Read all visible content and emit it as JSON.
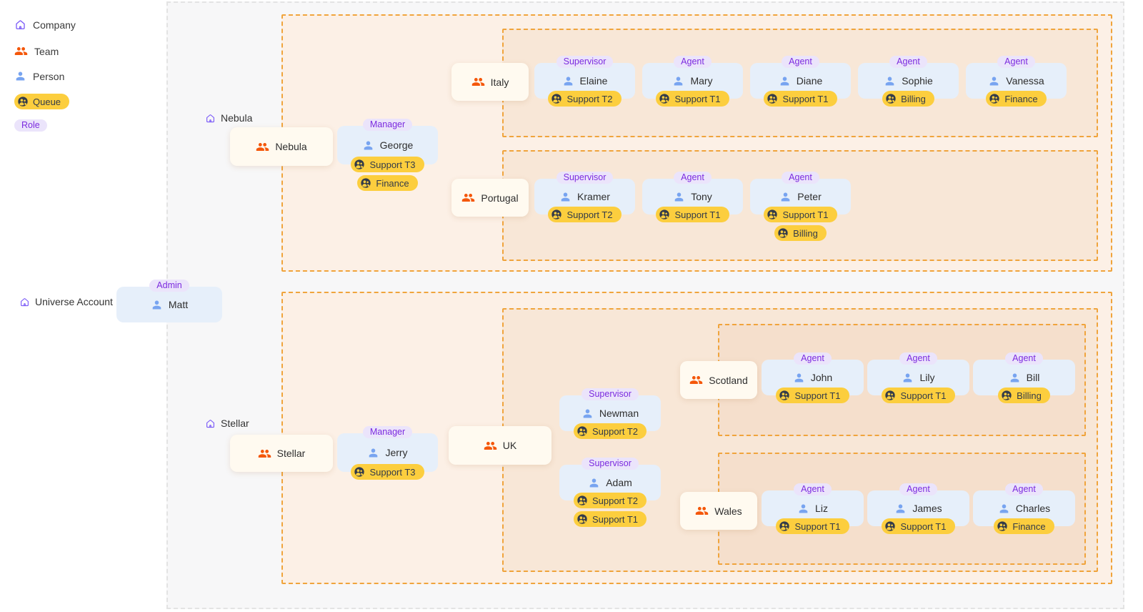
{
  "sidebar": {
    "company": "Company",
    "team": "Team",
    "person": "Person",
    "queue": "Queue",
    "role": "Role"
  },
  "universe": {
    "label": "Universe Account",
    "admin": {
      "role": "Admin",
      "name": "Matt"
    },
    "nebula": {
      "label": "Nebula",
      "team_name": "Nebula",
      "manager": {
        "role": "Manager",
        "name": "George",
        "queues": [
          "Support T3",
          "Finance"
        ]
      },
      "italy": {
        "team_name": "Italy",
        "members": [
          {
            "role": "Supervisor",
            "name": "Elaine",
            "queues": [
              "Support T2"
            ]
          },
          {
            "role": "Agent",
            "name": "Mary",
            "queues": [
              "Support T1"
            ]
          },
          {
            "role": "Agent",
            "name": "Diane",
            "queues": [
              "Support T1"
            ]
          },
          {
            "role": "Agent",
            "name": "Sophie",
            "queues": [
              "Billing"
            ]
          },
          {
            "role": "Agent",
            "name": "Vanessa",
            "queues": [
              "Finance"
            ]
          }
        ]
      },
      "portugal": {
        "team_name": "Portugal",
        "members": [
          {
            "role": "Supervisor",
            "name": "Kramer",
            "queues": [
              "Support T2"
            ]
          },
          {
            "role": "Agent",
            "name": "Tony",
            "queues": [
              "Support T1"
            ]
          },
          {
            "role": "Agent",
            "name": "Peter",
            "queues": [
              "Support T1",
              "Billing"
            ]
          }
        ]
      }
    },
    "stellar": {
      "label": "Stellar",
      "team_name": "Stellar",
      "manager": {
        "role": "Manager",
        "name": "Jerry",
        "queues": [
          "Support T3"
        ]
      },
      "uk": {
        "team_name": "UK",
        "supervisors": [
          {
            "role": "Supervisor",
            "name": "Newman",
            "queues": [
              "Support T2"
            ]
          },
          {
            "role": "Supervisor",
            "name": "Adam",
            "queues": [
              "Support T2",
              "Support T1"
            ]
          }
        ],
        "scotland": {
          "team_name": "Scotland",
          "members": [
            {
              "role": "Agent",
              "name": "John",
              "queues": [
                "Support T1"
              ]
            },
            {
              "role": "Agent",
              "name": "Lily",
              "queues": [
                "Support T1"
              ]
            },
            {
              "role": "Agent",
              "name": "Bill",
              "queues": [
                "Billing"
              ]
            }
          ]
        },
        "wales": {
          "team_name": "Wales",
          "members": [
            {
              "role": "Agent",
              "name": "Liz",
              "queues": [
                "Support T1"
              ]
            },
            {
              "role": "Agent",
              "name": "James",
              "queues": [
                "Support T1"
              ]
            },
            {
              "role": "Agent",
              "name": "Charles",
              "queues": [
                "Finance"
              ]
            }
          ]
        }
      }
    }
  },
  "colors": {
    "queue_badge_bg": "#fcce3e",
    "queue_badge_text": "#333b49",
    "role_badge_bg": "#ebe4fb",
    "role_badge_text": "#7c2bdf",
    "team_icon_orange": "#f4570a",
    "person_icon_blue": "#78a4f0",
    "company_icon_purple": "#7857f7",
    "group_box_border": "#f0a43c",
    "level1_bg": "#fcf0e6",
    "level2_bg": "#f8e7d7",
    "level3_bg": "#f5dfcc",
    "team_card_bg": "#fffaf0",
    "person_card_bg": "#e6effa",
    "canvas_bg": "#f7f7f8"
  }
}
